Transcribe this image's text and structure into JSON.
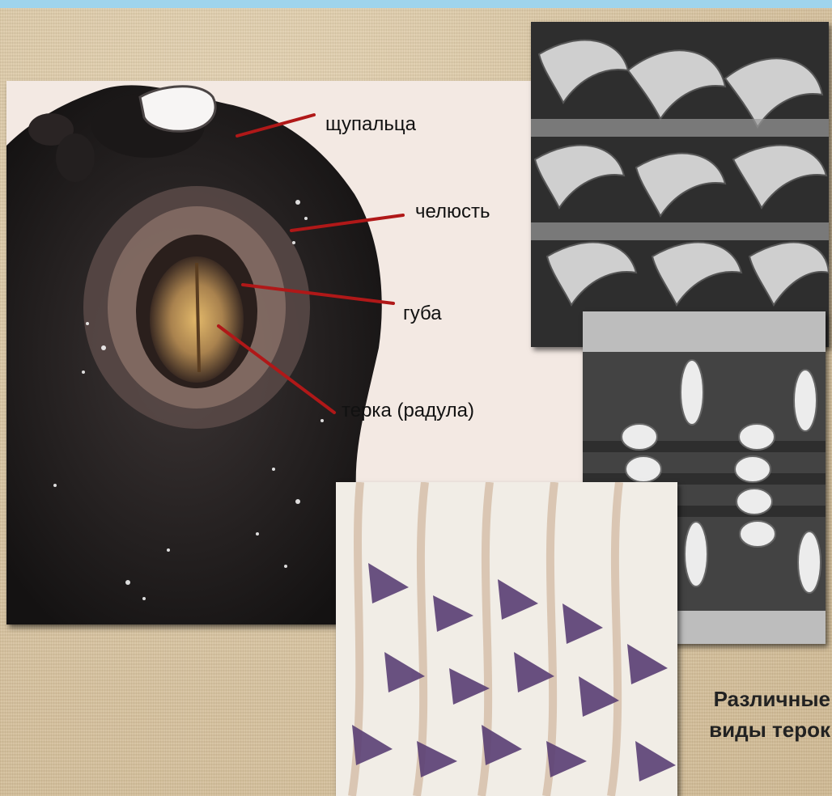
{
  "labels": {
    "tentacles": "щупальца",
    "jaw": "челюсть",
    "lip": "губа",
    "radula": "терка (радула)"
  },
  "caption": {
    "line1": "Различные",
    "line2": "виды терок"
  },
  "colors": {
    "top_bar": "#9fd4ec",
    "pointer_line": "#b01818",
    "background": "#d9c6a4"
  }
}
